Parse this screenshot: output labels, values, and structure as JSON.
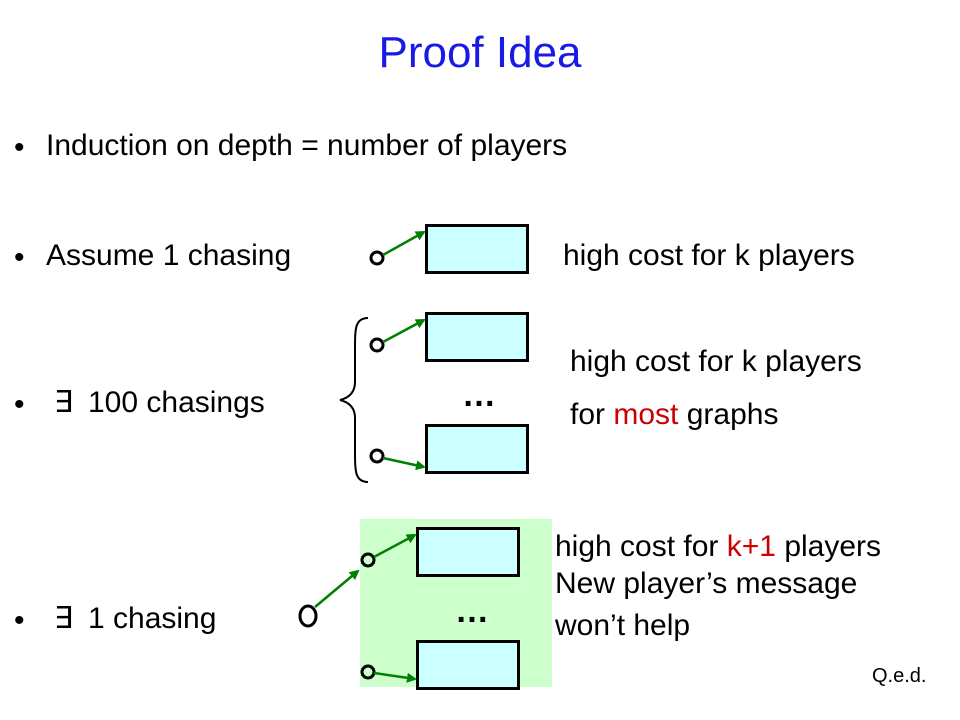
{
  "title": "Proof Idea",
  "bullet_symbol": "•",
  "items": [
    {
      "text": "Induction on depth = number of players"
    },
    {
      "text": "Assume 1 chasing",
      "result": "high cost for k players"
    },
    {
      "prefix": "∃",
      "text": "100 chasings",
      "result_line1": "high cost for k players",
      "result_line2_pre": "for ",
      "result_line2_highlight": "most",
      "result_line2_post": " graphs"
    },
    {
      "prefix": "∃",
      "text": "1 chasing",
      "result_line1_pre": "high cost for ",
      "result_line1_highlight": "k+1",
      "result_line1_post": " players",
      "result_line2": "New player’s message",
      "result_line3": "won’t help"
    }
  ],
  "ellipsis": "…",
  "qed": "Q.e.d.",
  "colors": {
    "title": "#1a1ae6",
    "highlight": "#cc0000",
    "arrow": "#008000",
    "box_fill": "#ccffff",
    "panel_fill": "#ccffcc"
  }
}
